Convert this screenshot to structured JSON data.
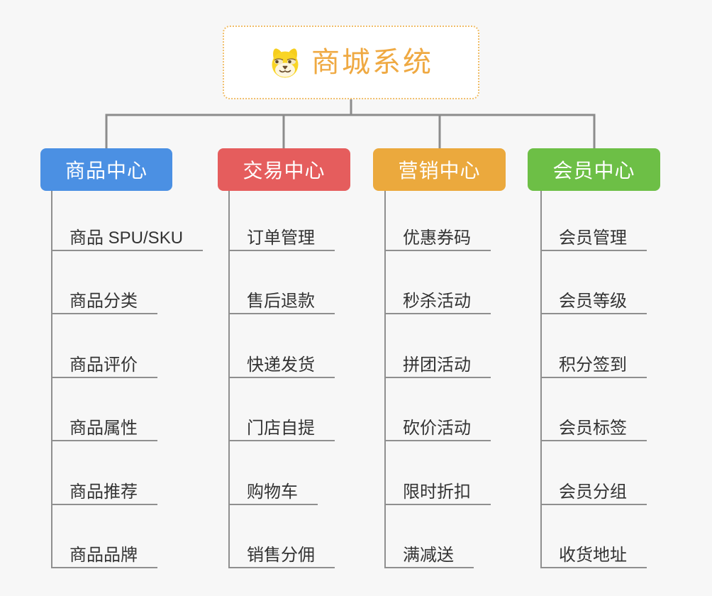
{
  "root": {
    "label": "商城系统",
    "icon": "dog-face",
    "text_color": "#EFA942",
    "border_color": "#F0BE6A"
  },
  "branches": [
    {
      "label": "商品中心",
      "color": "#4B90E3",
      "items": [
        "商品 SPU/SKU",
        "商品分类",
        "商品评价",
        "商品属性",
        "商品推荐",
        "商品品牌"
      ]
    },
    {
      "label": "交易中心",
      "color": "#E55D5D",
      "items": [
        "订单管理",
        "售后退款",
        "快递发货",
        "门店自提",
        "购物车",
        "销售分佣"
      ]
    },
    {
      "label": "营销中心",
      "color": "#EBA93D",
      "items": [
        "优惠券码",
        "秒杀活动",
        "拼团活动",
        "砍价活动",
        "限时折扣",
        "满减送"
      ]
    },
    {
      "label": "会员中心",
      "color": "#6DBF46",
      "items": [
        "会员管理",
        "会员等级",
        "积分签到",
        "会员标签",
        "会员分组",
        "收货地址"
      ]
    }
  ],
  "colors": {
    "background": "#F7F7F7",
    "connector": "#8C8C8C",
    "underline": "#8F8F8F",
    "item_text": "#333333"
  }
}
